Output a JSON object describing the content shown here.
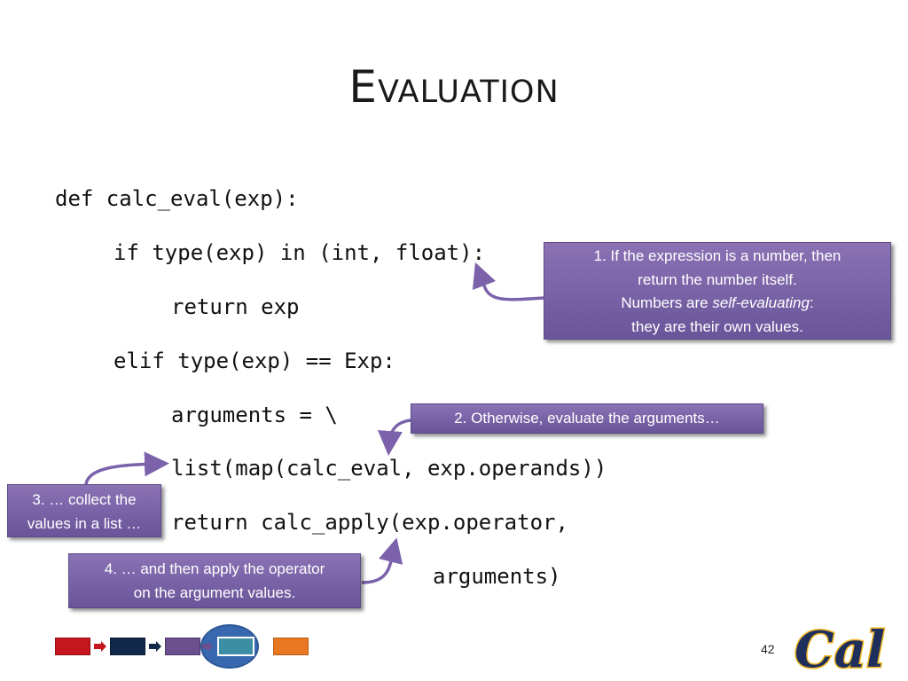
{
  "slide": {
    "title": "Evaluation",
    "page_number": "42",
    "logo_text": "Cal"
  },
  "code": {
    "line1": "def calc_eval(exp):",
    "line2": "if type(exp) in (int, float):",
    "line3": "return exp",
    "line4": "elif type(exp) == Exp:",
    "line5": "arguments = \\",
    "line6": "list(map(calc_eval, exp.operands))",
    "line7": "return calc_apply(exp.operator,",
    "line8": "arguments)"
  },
  "callouts": {
    "c1": {
      "line1": "1. If the expression is a number, then",
      "line2": "return the number itself.",
      "line3_prefix": "Numbers are ",
      "line3_em": "self-evaluating",
      "line3_suffix": ":",
      "line4": "they are their own values."
    },
    "c2": {
      "text": "2. Otherwise, evaluate the arguments…"
    },
    "c3": {
      "line1": "3. … collect the",
      "line2": "values in a list …"
    },
    "c4": {
      "line1": "4. … and then apply the operator",
      "line2": "on the argument values."
    }
  },
  "colors": {
    "callout_fill": "#7b64a8",
    "arrow": "#7b62ab",
    "nav_red": "#c4161c",
    "nav_navy": "#10294a",
    "nav_purple": "#6b4f8e",
    "nav_teal": "#3c8ea4",
    "nav_orange": "#e87722",
    "nav_highlight": "#3868b0",
    "logo_blue": "#1f2f5c",
    "logo_gold": "#f2b722"
  },
  "nav": {
    "items": [
      "red-stage",
      "navy-stage",
      "purple-stage",
      "teal-stage",
      "orange-stage"
    ],
    "current": "teal-stage"
  }
}
